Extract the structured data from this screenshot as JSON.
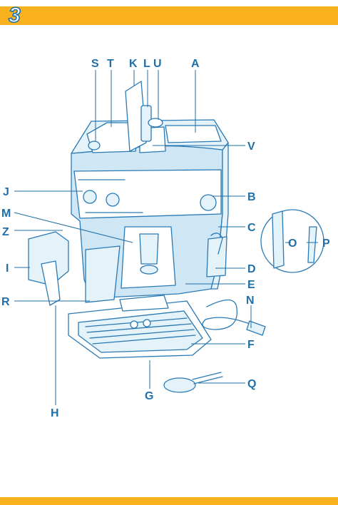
{
  "header": {
    "page_number": "3"
  },
  "colors": {
    "accent": "#f9b21d",
    "ink": "#1f6fa8",
    "fill": "#cfe6f4"
  },
  "labels": {
    "S": "S",
    "T": "T",
    "K": "K",
    "L": "L",
    "U": "U",
    "A": "A",
    "V": "V",
    "J": "J",
    "B": "B",
    "M": "M",
    "C": "C",
    "Z": "Z",
    "O": "O",
    "P": "P",
    "I": "I",
    "D": "D",
    "E": "E",
    "R": "R",
    "N": "N",
    "F": "F",
    "Q": "Q",
    "G": "G",
    "H": "H"
  }
}
